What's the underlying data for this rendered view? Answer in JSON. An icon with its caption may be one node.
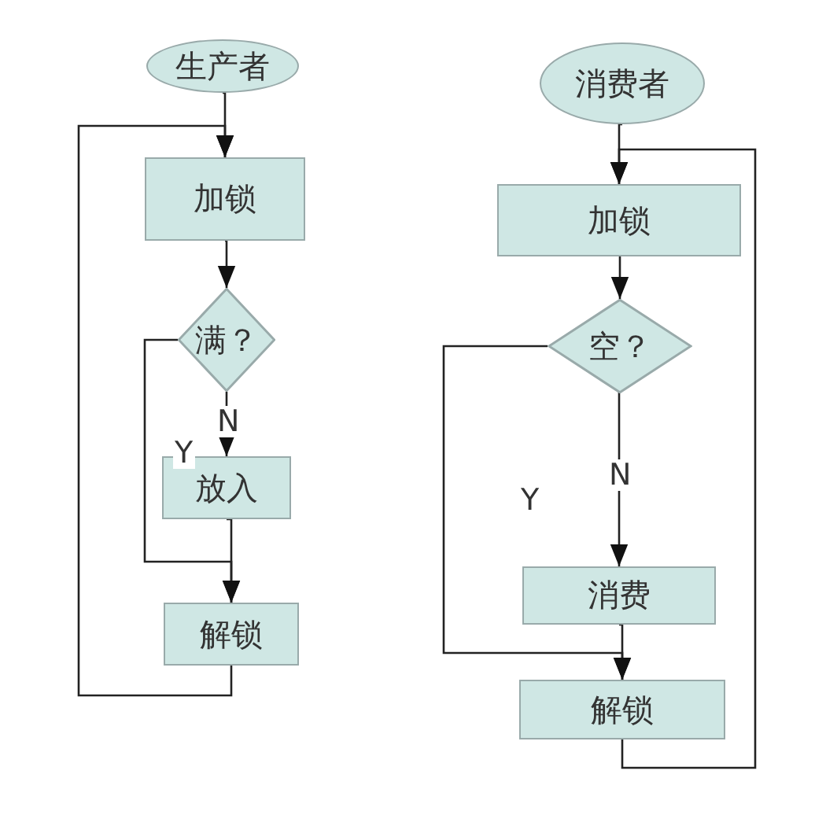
{
  "diagram": {
    "nodes": [
      {
        "text": [
          "生产者"
        ]
      },
      {
        "text": [
          "加锁"
        ]
      },
      {
        "text": [
          "满？"
        ]
      },
      {
        "text": [
          "放入"
        ]
      },
      {
        "text": [
          "解锁"
        ]
      },
      {
        "text": [
          "消费者"
        ]
      },
      {
        "text": [
          "加锁"
        ]
      },
      {
        "text": [
          "空？"
        ]
      },
      {
        "text": [
          "消费"
        ]
      },
      {
        "text": [
          "解锁"
        ]
      }
    ],
    "edges": [
      {
        "from": 0,
        "to": 1,
        "arrow": "to"
      },
      {
        "from": 1,
        "to": 2,
        "arrow": "to"
      },
      {
        "from": 2,
        "to": 3,
        "arrow": "to",
        "label": "N"
      },
      {
        "from": 2,
        "to": 4,
        "arrow": "to",
        "label": "Y"
      },
      {
        "from": 3,
        "to": 4,
        "arrow": "to"
      },
      {
        "from": 4,
        "to": 1,
        "arrow": "to"
      },
      {
        "from": 5,
        "to": 6,
        "arrow": "to"
      },
      {
        "from": 6,
        "to": 7,
        "arrow": "to"
      },
      {
        "from": 7,
        "to": 8,
        "arrow": "to",
        "label": "N"
      },
      {
        "from": 7,
        "to": 9,
        "arrow": "to",
        "label": "Y"
      },
      {
        "from": 8,
        "to": 9,
        "arrow": "to"
      },
      {
        "from": 9,
        "to": 6,
        "arrow": "to"
      }
    ]
  }
}
